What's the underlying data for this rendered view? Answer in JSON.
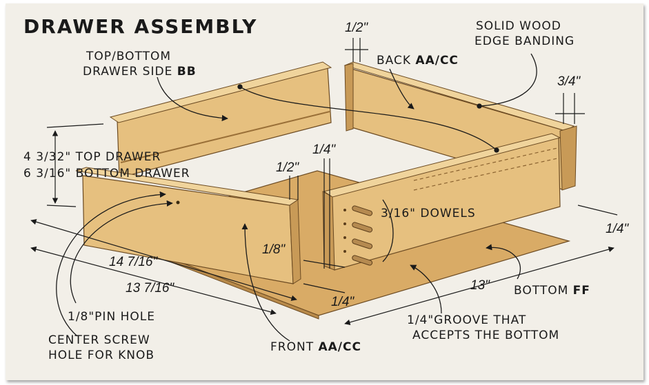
{
  "title": "DRAWER ASSEMBLY",
  "labels": {
    "side_line1": "TOP/BOTTOM",
    "side_line2_pre": "DRAWER SIDE ",
    "side_code": "BB",
    "back_pre": "BACK ",
    "back_code": "AA/CC",
    "banding_line1": "SOLID WOOD",
    "banding_line2": "EDGE BANDING",
    "dowels": "3/16\" DOWELS",
    "bottom_pre": "BOTTOM ",
    "bottom_code": "FF",
    "front_pre": "FRONT ",
    "front_code": "AA/CC",
    "groove_line1": "1/4\"GROOVE THAT",
    "groove_line2": "ACCEPTS THE BOTTOM",
    "pin_hole": "1/8\"PIN HOLE",
    "screw_line1": "CENTER SCREW",
    "screw_line2": "HOLE FOR KNOB",
    "height_top": "4 3/32\" TOP DRAWER",
    "height_bottom": "6 3/16\" BOTTOM DRAWER"
  },
  "dimensions": {
    "half_top": "1/2\"",
    "three_quarter": "3/4\"",
    "quarter_mid": "1/4\"",
    "half_mid": "1/2\"",
    "quarter_right": "1/4\"",
    "eighth": "1/8\"",
    "quarter_front": "1/4\"",
    "width_outer": "14 7/16\"",
    "width_inner": "13 7/16\"",
    "depth": "13\""
  },
  "colors": {
    "wood_face": "#e6c07f",
    "wood_light": "#f0d49c",
    "wood_dark": "#c89a57",
    "board": "#d9ab66",
    "ink": "#1a1a1a",
    "paper": "#f2efe8"
  }
}
